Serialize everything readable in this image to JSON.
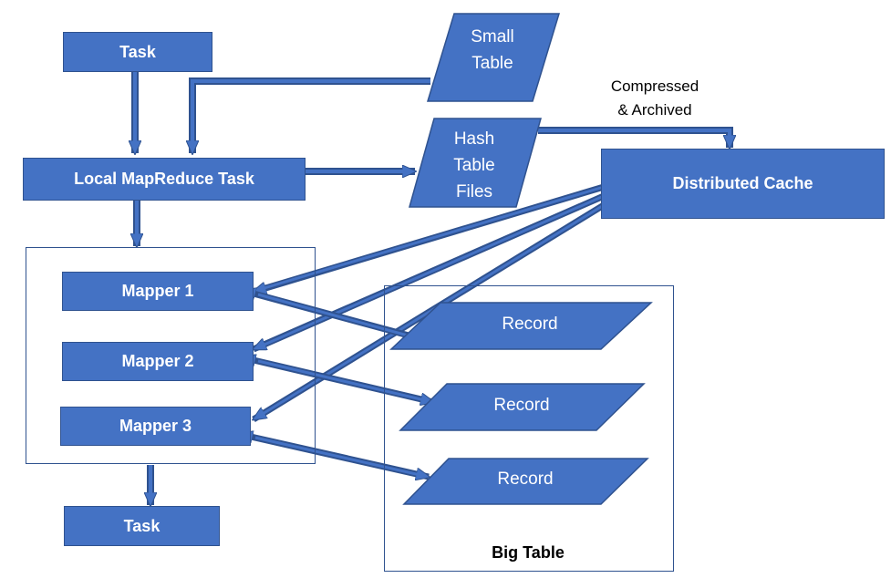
{
  "nodes": {
    "task_top": "Task",
    "local_mapreduce_task": "Local MapReduce Task",
    "small_table_line1": "Small",
    "small_table_line2": "Table",
    "hash_table_line1": "Hash",
    "hash_table_line2": "Table",
    "hash_table_line3": "Files",
    "distributed_cache": "Distributed Cache",
    "mapper_1": "Mapper 1",
    "mapper_2": "Mapper 2",
    "mapper_3": "Mapper 3",
    "task_bottom": "Task",
    "record_1": "Record",
    "record_2": "Record",
    "record_3": "Record",
    "big_table": "Big Table"
  },
  "edge_labels": {
    "compressed_line1": "Compressed",
    "compressed_line2": "& Archived"
  },
  "colors": {
    "fill": "#4472c4",
    "border": "#2f528f",
    "text_on_fill": "#ffffff"
  }
}
